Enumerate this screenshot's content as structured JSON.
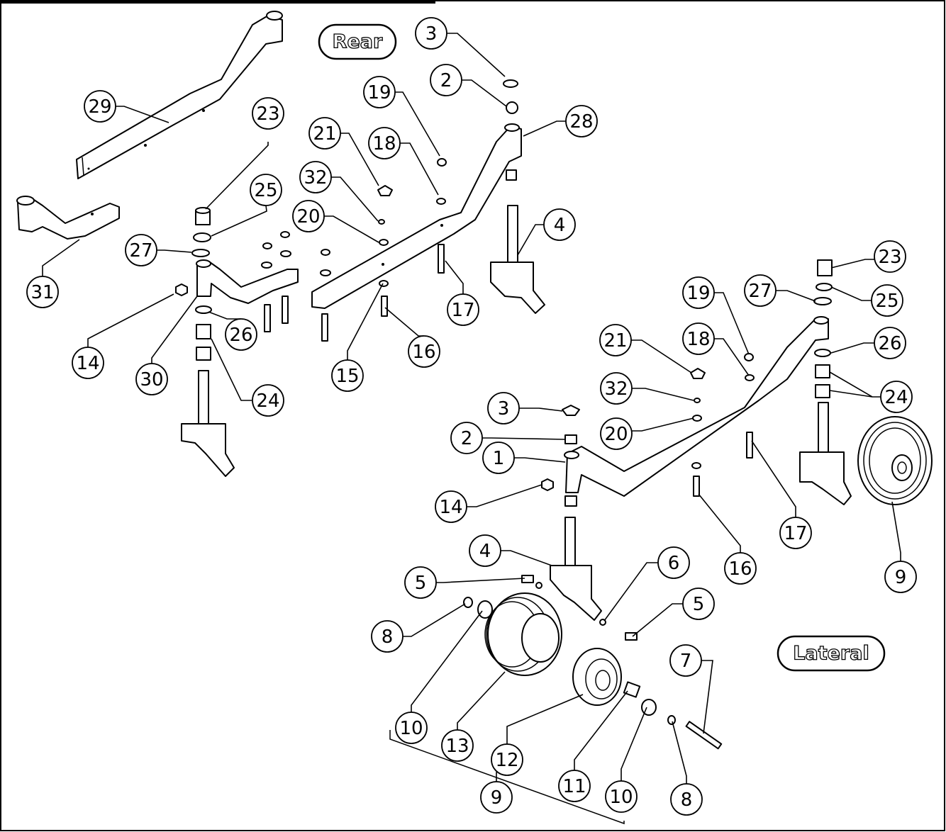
{
  "views": {
    "rear": "Rear",
    "lateral": "Lateral"
  },
  "balloons": [
    {
      "id": "b3-rear",
      "label": "3"
    },
    {
      "id": "b2-rear",
      "label": "2"
    },
    {
      "id": "b19-rear",
      "label": "19"
    },
    {
      "id": "b28",
      "label": "28"
    },
    {
      "id": "b29",
      "label": "29"
    },
    {
      "id": "b23-rear",
      "label": "23"
    },
    {
      "id": "b21-rear",
      "label": "21"
    },
    {
      "id": "b18-rear",
      "label": "18"
    },
    {
      "id": "b32-rear",
      "label": "32"
    },
    {
      "id": "b25-rear",
      "label": "25"
    },
    {
      "id": "b20-rear",
      "label": "20"
    },
    {
      "id": "b4-rear",
      "label": "4"
    },
    {
      "id": "b27-rear",
      "label": "27"
    },
    {
      "id": "b31",
      "label": "31"
    },
    {
      "id": "b17-rear",
      "label": "17"
    },
    {
      "id": "b14-rear",
      "label": "14"
    },
    {
      "id": "b26-rear",
      "label": "26"
    },
    {
      "id": "b16-rear",
      "label": "16"
    },
    {
      "id": "b30",
      "label": "30"
    },
    {
      "id": "b15",
      "label": "15"
    },
    {
      "id": "b24-rear",
      "label": "24"
    },
    {
      "id": "b23-lat",
      "label": "23"
    },
    {
      "id": "b27-lat",
      "label": "27"
    },
    {
      "id": "b25-lat",
      "label": "25"
    },
    {
      "id": "b19-lat",
      "label": "19"
    },
    {
      "id": "b21-lat",
      "label": "21"
    },
    {
      "id": "b18-lat",
      "label": "18"
    },
    {
      "id": "b26-lat",
      "label": "26"
    },
    {
      "id": "b32-lat",
      "label": "32"
    },
    {
      "id": "b24-lat",
      "label": "24"
    },
    {
      "id": "b3-lat",
      "label": "3"
    },
    {
      "id": "b20-lat",
      "label": "20"
    },
    {
      "id": "b2-lat",
      "label": "2"
    },
    {
      "id": "b1",
      "label": "1"
    },
    {
      "id": "b14-lat",
      "label": "14"
    },
    {
      "id": "b17-lat",
      "label": "17"
    },
    {
      "id": "b4-lat",
      "label": "4"
    },
    {
      "id": "b6",
      "label": "6"
    },
    {
      "id": "b16-lat",
      "label": "16"
    },
    {
      "id": "b5-a",
      "label": "5"
    },
    {
      "id": "b9-lat",
      "label": "9"
    },
    {
      "id": "b5-b",
      "label": "5"
    },
    {
      "id": "b8-a",
      "label": "8"
    },
    {
      "id": "b7",
      "label": "7"
    },
    {
      "id": "b10-a",
      "label": "10"
    },
    {
      "id": "b13",
      "label": "13"
    },
    {
      "id": "b12",
      "label": "12"
    },
    {
      "id": "b11",
      "label": "11"
    },
    {
      "id": "b10-b",
      "label": "10"
    },
    {
      "id": "b8-b",
      "label": "8"
    },
    {
      "id": "b9-wheel",
      "label": "9"
    }
  ]
}
